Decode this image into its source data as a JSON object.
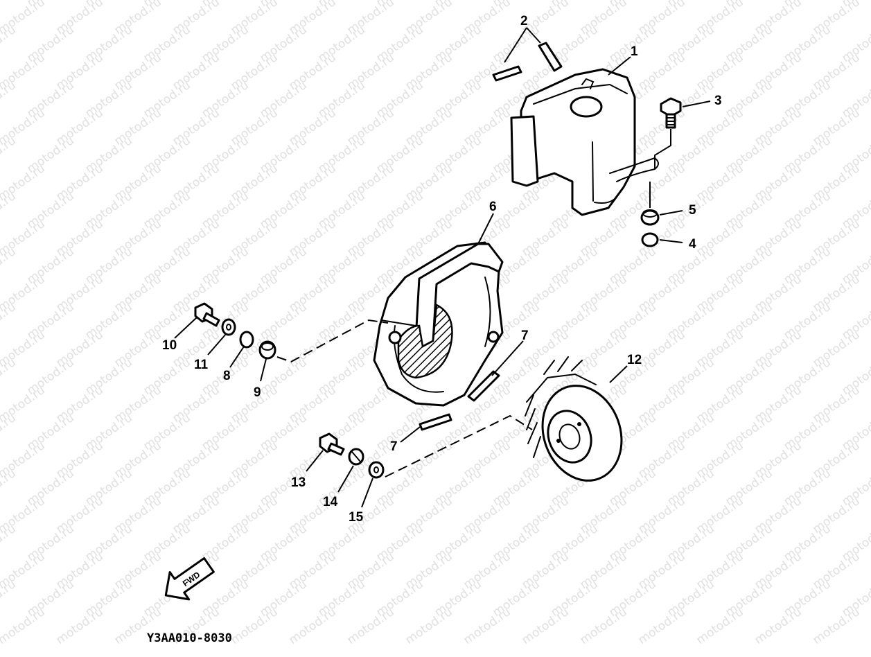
{
  "watermark": {
    "text": "motod.ru"
  },
  "diagram_code": "Y3AA010-8030",
  "fwd_label": "FWD",
  "callouts": {
    "n1": "1",
    "n2": "2",
    "n3": "3",
    "n4": "4",
    "n5": "5",
    "n6": "6",
    "n7a": "7",
    "n7b": "7",
    "n8": "8",
    "n9": "9",
    "n10": "10",
    "n11": "11",
    "n12": "12",
    "n13": "13",
    "n14": "14",
    "n15": "15"
  }
}
